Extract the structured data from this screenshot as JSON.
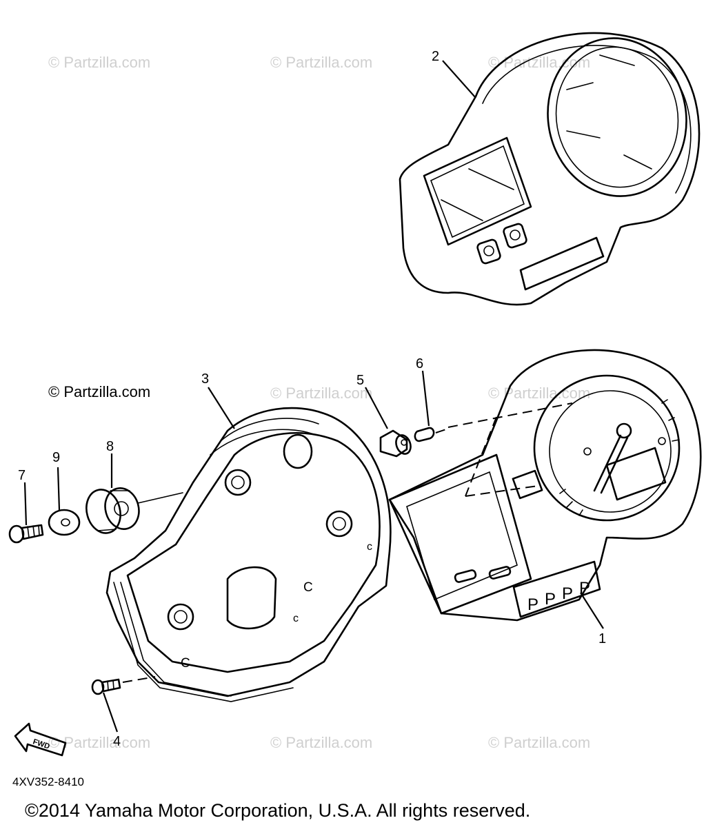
{
  "watermark": "© Partzilla.com",
  "diagram_code": "4XV352-8410",
  "copyright": "©2014 Yamaha Motor Corporation, U.S.A. All rights reserved.",
  "fwd_label": "FWD",
  "callouts": [
    "1",
    "2",
    "3",
    "4",
    "5",
    "6",
    "7",
    "8",
    "9"
  ]
}
